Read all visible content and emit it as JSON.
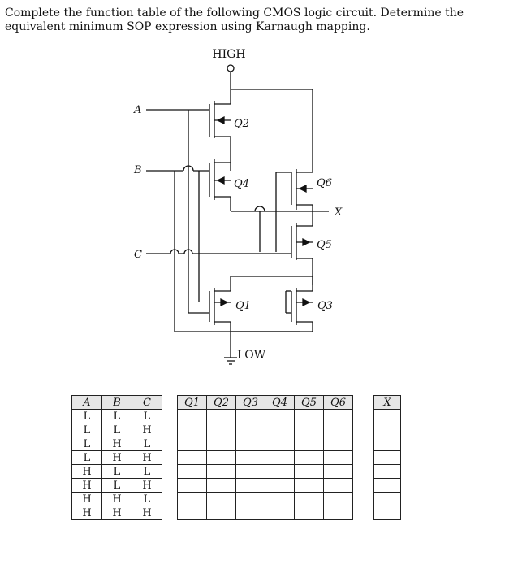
{
  "question": "Complete the function table of the following CMOS logic circuit. Determine the equivalent minimum SOP expression using Karnaugh mapping.",
  "circuit": {
    "supply_label": "HIGH",
    "ground_label": "LOW",
    "input_labels": [
      "A",
      "B",
      "C"
    ],
    "output_label": "X",
    "transistor_labels": {
      "q1": "Q1",
      "q2": "Q2",
      "q3": "Q3",
      "q4": "Q4",
      "q5": "Q5",
      "q6": "Q6"
    }
  },
  "table": {
    "input_headers": [
      "A",
      "B",
      "C"
    ],
    "rows": [
      [
        "L",
        "L",
        "L"
      ],
      [
        "L",
        "L",
        "H"
      ],
      [
        "L",
        "H",
        "L"
      ],
      [
        "L",
        "H",
        "H"
      ],
      [
        "H",
        "L",
        "L"
      ],
      [
        "H",
        "L",
        "H"
      ],
      [
        "H",
        "H",
        "L"
      ],
      [
        "H",
        "H",
        "H"
      ]
    ],
    "transistor_headers": [
      "Q1",
      "Q2",
      "Q3",
      "Q4",
      "Q5",
      "Q6"
    ],
    "output_header": "X"
  }
}
